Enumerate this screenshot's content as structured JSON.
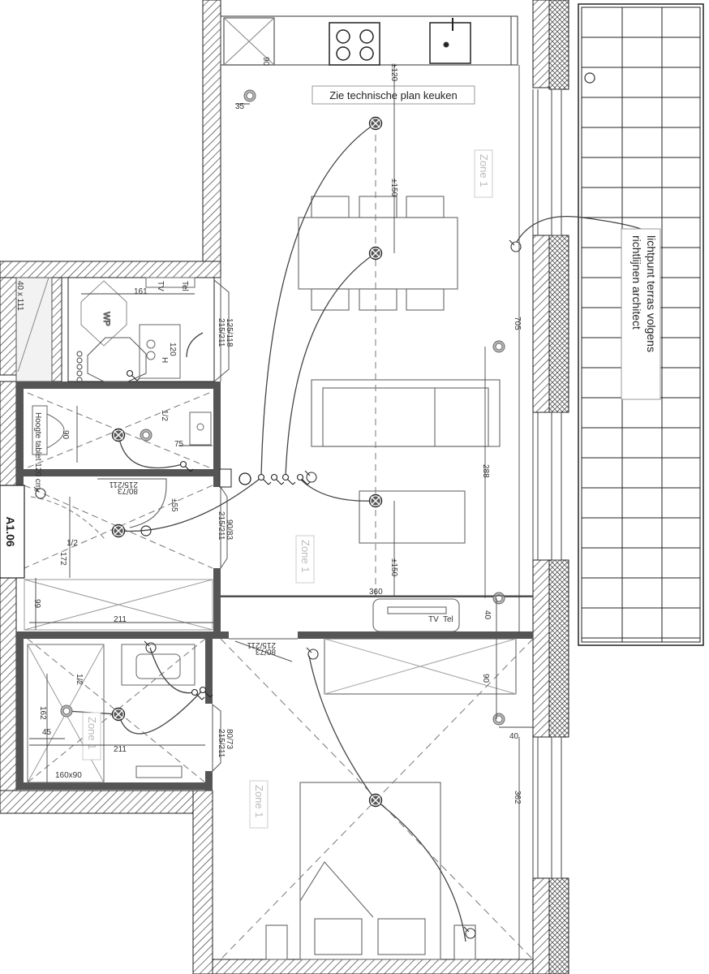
{
  "plan": {
    "unit_code": "A1.06",
    "kitchen_note": "Zie technische plan keuken",
    "terrace_note_line1": "lichtpunt terras volgens",
    "terrace_note_line2": "richtlijnen architect",
    "zone_label": "Zone 1",
    "storage_label": "40 x 111",
    "toilet_note": "Hoogte tablet 120 cm",
    "shower_label": "160x90",
    "dimensions": {
      "d90_top": "90",
      "d35": "35",
      "d120": "±120",
      "d150_top": "±150",
      "d705": "705",
      "d288": "288",
      "d150_bottom": "±150",
      "d360": "360",
      "d40_a": "40",
      "d90_right": "90",
      "d40_b": "40",
      "d362": "362",
      "d161": "161",
      "door_125": "125/118",
      "door_215a": "215/211",
      "d120_h": "120",
      "d90_wc": "90",
      "d12_wc": "1/2",
      "d75": "75",
      "door_8073a": "80/73",
      "door_215b": "215/211",
      "d55": "±55",
      "door_9083": "90/83",
      "door_215c": "215/211",
      "d12_hall": "1/2",
      "d172": "172",
      "d99": "99",
      "d211_a": "211",
      "door_8073b": "80/73",
      "door_215d": "215/211",
      "d12_bath": "1/2",
      "d162": "162",
      "d45": "45",
      "d211_b": "211",
      "door_8073c": "80/73",
      "door_215e": "215/211",
      "tv_a": "TV",
      "tel_a": "Tel",
      "tv_b": "TV",
      "tel_b": "Tel",
      "wp": "WP",
      "h_label": "H"
    }
  }
}
